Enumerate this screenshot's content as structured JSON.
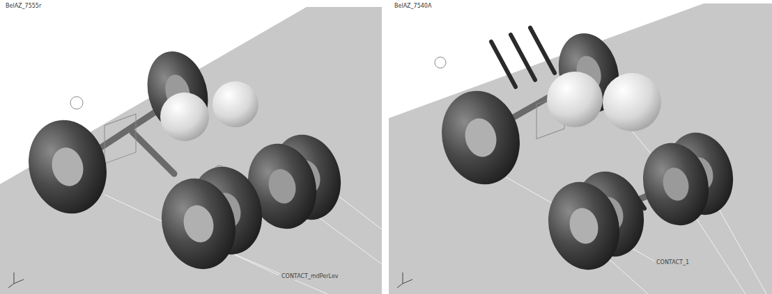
{
  "diagram": {
    "labels": [
      "BelAZ_7555r",
      "BelAZ_7540A",
      "CONTACT_mdPerLev",
      "CONTACT_1"
    ]
  }
}
